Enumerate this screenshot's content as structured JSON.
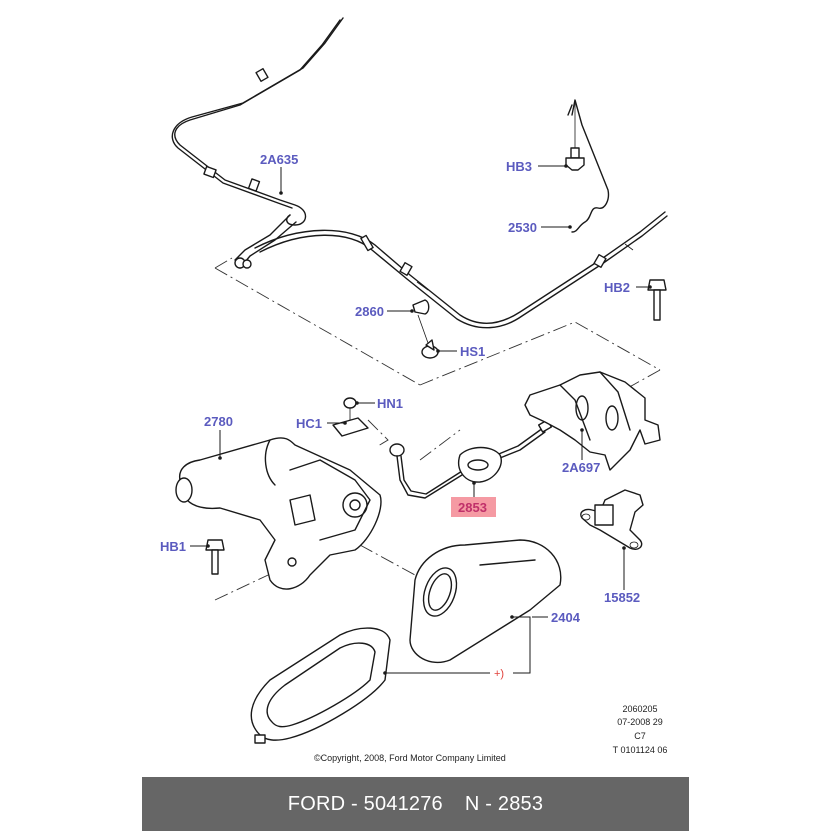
{
  "diagram": {
    "title": "Ford parking brake assembly parts diagram",
    "part_labels": [
      {
        "id": "2A635",
        "text": "2A635"
      },
      {
        "id": "HB3",
        "text": "HB3"
      },
      {
        "id": "2530",
        "text": "2530"
      },
      {
        "id": "HB2",
        "text": "HB2"
      },
      {
        "id": "2860",
        "text": "2860"
      },
      {
        "id": "HS1",
        "text": "HS1"
      },
      {
        "id": "HN1",
        "text": "HN1"
      },
      {
        "id": "2780",
        "text": "2780"
      },
      {
        "id": "HC1",
        "text": "HC1"
      },
      {
        "id": "2A697",
        "text": "2A697"
      },
      {
        "id": "2853",
        "text": "2853",
        "highlighted": true
      },
      {
        "id": "HB1",
        "text": "HB1"
      },
      {
        "id": "15852",
        "text": "15852"
      },
      {
        "id": "2404",
        "text": "2404"
      }
    ],
    "note_marker": "+)",
    "reference_block": [
      "2060205",
      "07-2008 29",
      "C7",
      "T 0101124 06"
    ],
    "copyright": "©Copyright, 2008, Ford Motor Company Limited",
    "colors": {
      "label": "#5b5bbf",
      "highlight_bg": "#f59aa3",
      "highlight_text": "#c0306a",
      "note": "#e0403a",
      "footer_bg": "#666666"
    }
  },
  "footer": {
    "brand_part": "FORD - 5041276",
    "ref": "N - 2853"
  }
}
